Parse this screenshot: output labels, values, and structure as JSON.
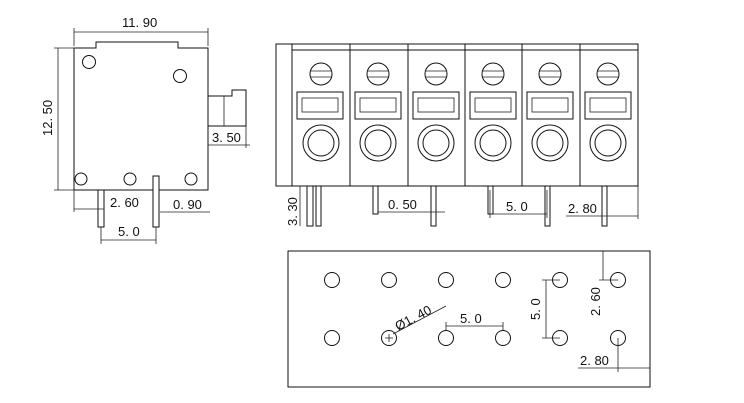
{
  "side_view": {
    "width_label": "11. 90",
    "height_label": "12. 50",
    "tab_label": "3. 50",
    "pin_offset_label": "2. 60",
    "pin_width_label": "0. 90",
    "pin_pitch_label": "5. 0"
  },
  "front_view": {
    "positions": 6,
    "pin_length_label": "3. 30",
    "pin_thickness_label": "0. 50",
    "pitch_label": "5. 0",
    "offset_label": "2. 80"
  },
  "pcb_layout": {
    "hole_label": "Ø1. 40",
    "pitch_x_label": "5. 0",
    "pitch_y_label": "5. 0",
    "row_offset_label": "2. 60",
    "col_offset_label": "2. 80"
  }
}
